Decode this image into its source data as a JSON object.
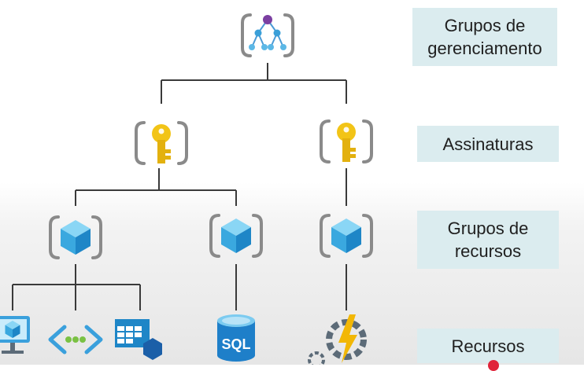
{
  "levels": {
    "management_groups": {
      "line1": "Grupos de",
      "line2": "gerenciamento"
    },
    "subscriptions": {
      "label": "Assinaturas"
    },
    "resource_groups": {
      "line1": "Grupos de",
      "line2": "recursos"
    },
    "resources": {
      "label": "Recursos"
    }
  },
  "resources": {
    "sql_text": "SQL"
  },
  "colors": {
    "connector": "#3a3a3a",
    "bracket": "#8a8a8a",
    "key": "#f2c417",
    "cube_light": "#5cc4ee",
    "cube_dark": "#1e86c7",
    "label_bg": "#dbecef",
    "purple_node": "#7b3fa1",
    "blue_node": "#3a9fd8"
  },
  "icons": [
    "management-group-icon",
    "subscription-key-icon",
    "resource-group-cube-icon",
    "virtual-machine-icon",
    "virtual-network-icon",
    "storage-table-icon",
    "sql-database-icon",
    "function-app-icon"
  ]
}
